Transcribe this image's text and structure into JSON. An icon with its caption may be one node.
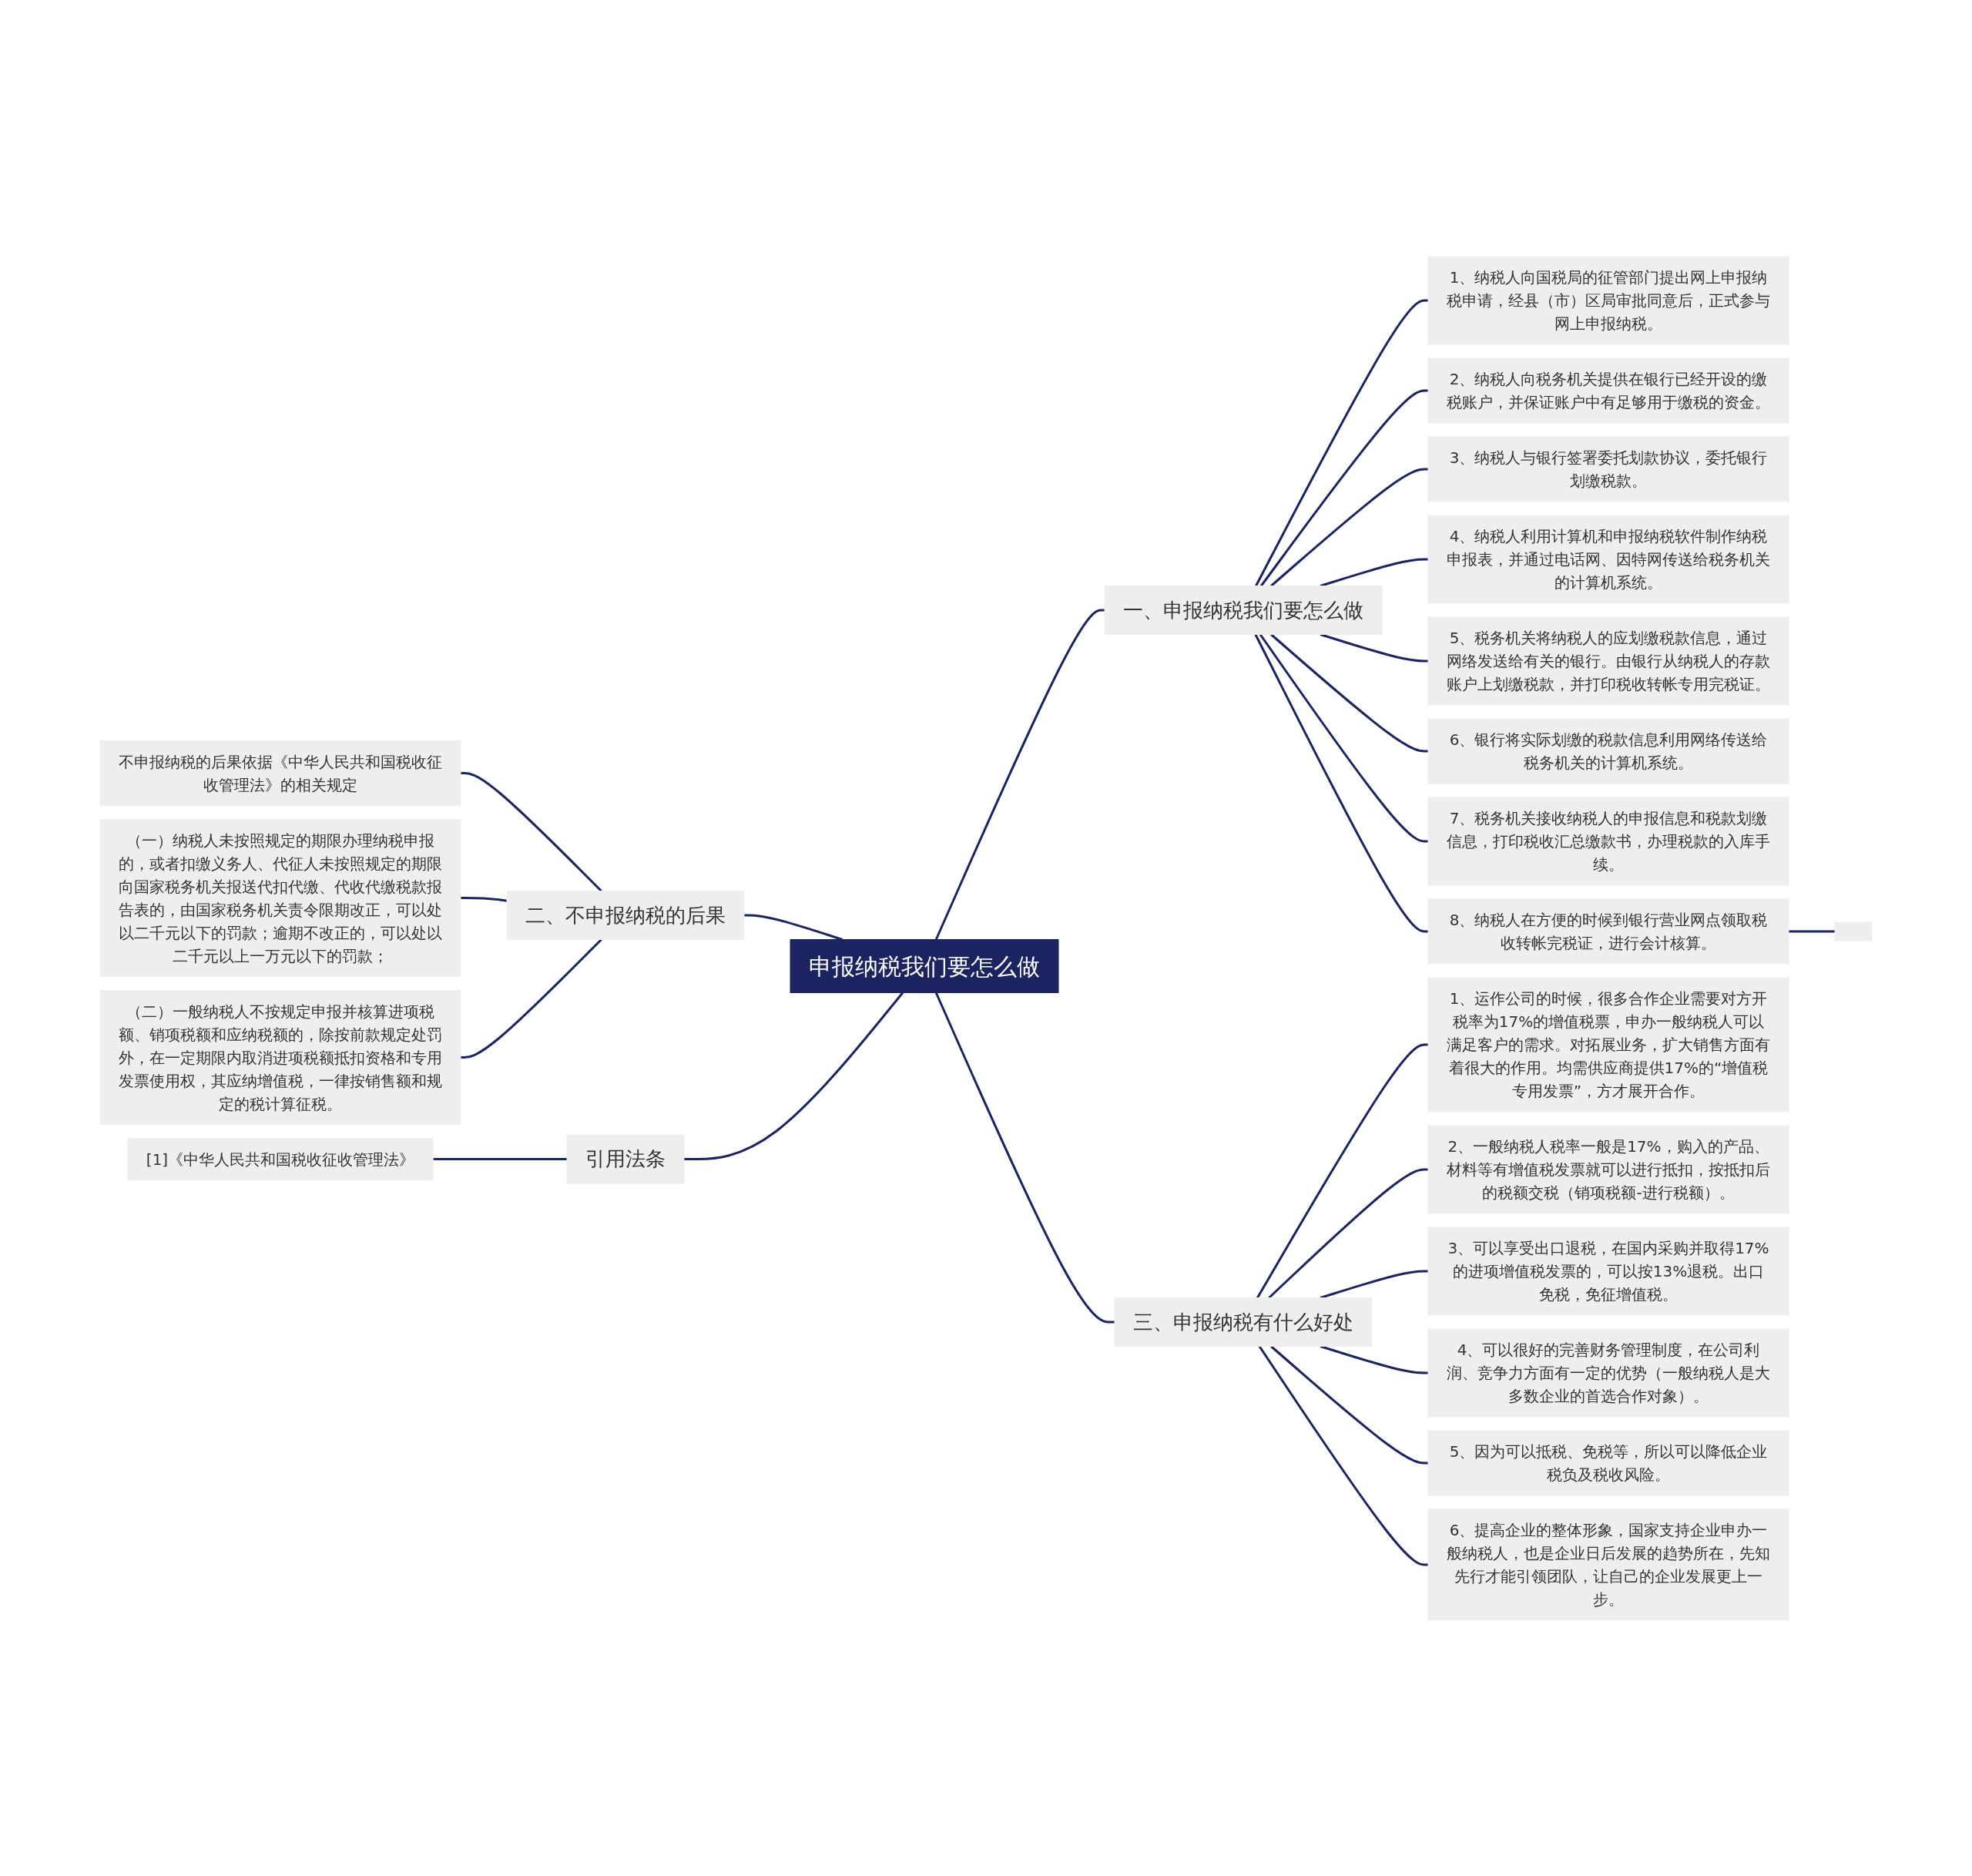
{
  "diagram": {
    "nodes": [
      {
        "text": [
          "申报纳税我们要怎么做"
        ]
      },
      {
        "text": [
          "一、申报纳税我们要怎么做"
        ]
      },
      {
        "text": [
          "1、纳税人向国税局的征管部门提出网上申报纳税申请，经县（市）区局审批同意后，正式参与网上申报纳税。"
        ]
      },
      {
        "text": [
          "2、纳税人向税务机关提供在银行已经开设的缴税账户，并保证账户中有足够用于缴税的资金。"
        ]
      },
      {
        "text": [
          "3、纳税人与银行签署委托划款协议，委托银行划缴税款。"
        ]
      },
      {
        "text": [
          "4、纳税人利用计算机和申报纳税软件制作纳税申报表，并通过电话网、因特网传送给税务机关的计算机系统。"
        ]
      },
      {
        "text": [
          "5、税务机关将纳税人的应划缴税款信息，通过网络发送给有关的银行。由银行从纳税人的存款账户上划缴税款，并打印税收转帐专用完税证。"
        ]
      },
      {
        "text": [
          "6、银行将实际划缴的税款信息利用网络传送给税务机关的计算机系统。"
        ]
      },
      {
        "text": [
          "7、税务机关接收纳税人的申报信息和税款划缴信息，打印税收汇总缴款书，办理税款的入库手续。"
        ]
      },
      {
        "text": [
          "8、纳税人在方便的时候到银行营业网点领取税收转帐完税证，进行会计核算。"
        ]
      },
      {
        "text": [],
        "shape": "box"
      },
      {
        "text": [
          "二、不申报纳税的后果"
        ]
      },
      {
        "text": [
          "不申报纳税的后果依据《中华人民共和国税收征收管理法》的相关规定"
        ]
      },
      {
        "text": [
          "（一）纳税人未按照规定的期限办理纳税申报的，或者扣缴义务人、代征人未按照规定的期限向国家税务机关报送代扣代缴、代收代缴税款报告表的，由国家税务机关责令限期改正，可以处以二千元以下的罚款；逾期不改正的，可以处以二千元以上一万元以下的罚款；"
        ]
      },
      {
        "text": [
          "（二）一般纳税人不按规定申报并核算进项税额、销项税额和应纳税额的，除按前款规定处罚外，在一定期限内取消进项税额抵扣资格和专用发票使用权，其应纳增值税，一律按销售额和规定的税计算征税。"
        ]
      },
      {
        "text": [
          "引用法条"
        ]
      },
      {
        "text": [
          "[1]《中华人民共和国税收征收管理法》"
        ]
      },
      {
        "text": [
          "三、申报纳税有什么好处"
        ]
      },
      {
        "text": [
          "1、运作公司的时候，很多合作企业需要对方开税率为17%的增值税票，申办一般纳税人可以满足客户的需求。对拓展业务，扩大销售方面有着很大的作用。均需供应商提供17%的“增值税专用发票”，方才展开合作。"
        ]
      },
      {
        "text": [
          "2、一般纳税人税率一般是17%，购入的产品、材料等有增值税发票就可以进行抵扣，按抵扣后的税额交税（销项税额-进行税额）。"
        ]
      },
      {
        "text": [
          "3、可以享受出口退税，在国内采购并取得17%的进项增值税发票的，可以按13%退税。出口免税，免征增值税。"
        ]
      },
      {
        "text": [
          "4、可以很好的完善财务管理制度，在公司利润、竞争力方面有一定的优势（一般纳税人是大多数企业的首选合作对象）。"
        ]
      },
      {
        "text": [
          "5、因为可以抵税、免税等，所以可以降低企业税负及税收风险。"
        ]
      },
      {
        "text": [
          "6、提高企业的整体形象，国家支持企业申办一般纳税人，也是企业日后发展的趋势所在，先知先行才能引领团队，让自己的企业发展更上一步。"
        ]
      }
    ],
    "edges": [
      {
        "from": 0,
        "to": 1,
        "arrow": "none"
      },
      {
        "from": 1,
        "to": 2,
        "arrow": "none"
      },
      {
        "from": 1,
        "to": 3,
        "arrow": "none"
      },
      {
        "from": 1,
        "to": 4,
        "arrow": "none"
      },
      {
        "from": 1,
        "to": 5,
        "arrow": "none"
      },
      {
        "from": 1,
        "to": 6,
        "arrow": "none"
      },
      {
        "from": 1,
        "to": 7,
        "arrow": "none"
      },
      {
        "from": 1,
        "to": 8,
        "arrow": "none"
      },
      {
        "from": 1,
        "to": 9,
        "arrow": "none"
      },
      {
        "from": 9,
        "to": 10,
        "arrow": "none"
      },
      {
        "from": 11,
        "to": 0,
        "arrow": "none"
      },
      {
        "from": 12,
        "to": 11,
        "arrow": "none"
      },
      {
        "from": 13,
        "to": 11,
        "arrow": "none"
      },
      {
        "from": 14,
        "to": 11,
        "arrow": "none"
      },
      {
        "from": 15,
        "to": 0,
        "arrow": "none"
      },
      {
        "from": 16,
        "to": 15,
        "arrow": "none"
      },
      {
        "from": 0,
        "to": 17,
        "arrow": "none"
      },
      {
        "from": 17,
        "to": 18,
        "arrow": "none"
      },
      {
        "from": 17,
        "to": 19,
        "arrow": "none"
      },
      {
        "from": 17,
        "to": 20,
        "arrow": "none"
      },
      {
        "from": 17,
        "to": 21,
        "arrow": "none"
      },
      {
        "from": 17,
        "to": 22,
        "arrow": "none"
      },
      {
        "from": 17,
        "to": 23,
        "arrow": "none"
      }
    ]
  }
}
